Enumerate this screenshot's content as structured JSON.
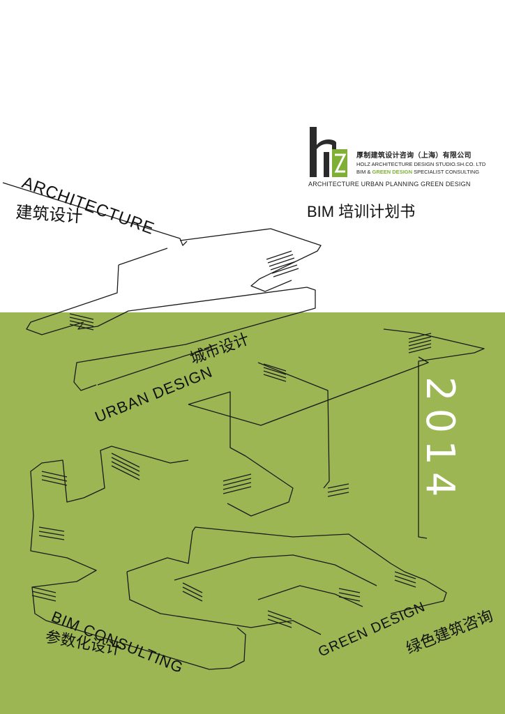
{
  "colors": {
    "green": "#9cb653",
    "line": "#1a1a1a",
    "logo_green": "#7fb035"
  },
  "logo": {
    "company_cn": "厚制建筑设计咨询（上海）有限公司",
    "company_en": "HOLZ ARCHITECTURE DESIGN STUDIO.SH.CO. LTD",
    "tagline_prefix": "BIM & ",
    "tagline_green": "GREEN DESIGN",
    "tagline_suffix": " SPECIALIST CONSULTING",
    "services_line": "ARCHITECTURE  URBAN PLANNING  GREEN DESIGN"
  },
  "title": "BIM  培训计划书",
  "labels": {
    "architecture_en": "ARCHITECTURE",
    "architecture_cn": "建筑设计",
    "urban_cn": "城市设计",
    "urban_en": "URBAN DESIGN",
    "year": "2014",
    "bim_en": "BIM CONSULTING",
    "bim_cn": "参数化设计",
    "green_en": "GREEN DESIGN",
    "green_cn": "绿色建筑咨询"
  }
}
